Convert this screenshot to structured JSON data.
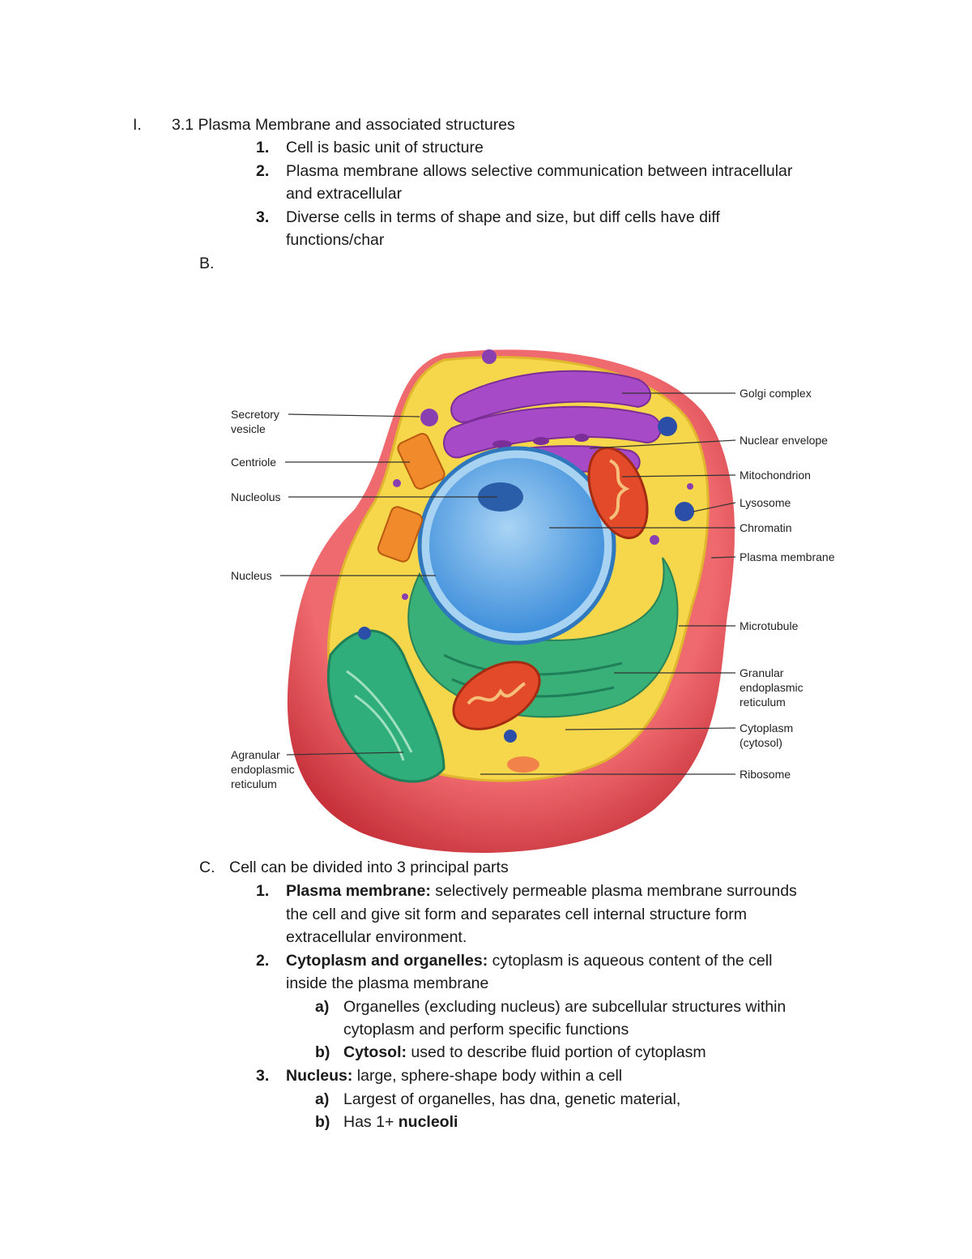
{
  "section_i": {
    "marker": "I.",
    "title": "3.1 Plasma Membrane and associated structures",
    "items": [
      {
        "num": "1.",
        "text": "Cell is basic unit of structure"
      },
      {
        "num": "2.",
        "text_line1": "Plasma membrane allows selective communication between intracellular",
        "text_line2": "and extracellular"
      },
      {
        "num": "3.",
        "text_line1": "Diverse cells in terms of shape and size, but diff cells have diff",
        "text_line2": "functions/char"
      }
    ],
    "sub_b": "B."
  },
  "figure": {
    "labels_left": {
      "secretory_vesicle": [
        "Secretory",
        "vesicle"
      ],
      "centriole": "Centriole",
      "nucleolus": "Nucleolus",
      "nucleus": "Nucleus",
      "agranular_er": [
        "Agranular",
        "endoplasmic",
        "reticulum"
      ]
    },
    "labels_right": {
      "golgi": "Golgi complex",
      "nuclear_envelope": "Nuclear envelope",
      "mitochondrion": "Mitochondrion",
      "lysosome": "Lysosome",
      "chromatin": "Chromatin",
      "plasma_membrane": "Plasma membrane",
      "microtubule": "Microtubule",
      "granular_er": [
        "Granular",
        "endoplasmic",
        "reticulum"
      ],
      "cytoplasm": [
        "Cytoplasm",
        "(cytosol)"
      ],
      "ribosome": "Ribosome"
    },
    "colors": {
      "membrane": "#d9434a",
      "cytoplasm": "#f6d64a",
      "nucleus": "#5aa7e6",
      "golgi": "#a74ac7",
      "granular_er": "#2fae7b",
      "mitochondrion": "#e24a2a"
    }
  },
  "section_c": {
    "marker": "C.",
    "title": "Cell can be divided into 3 principal parts",
    "item1": {
      "num": "1.",
      "bold": "Plasma membrane:",
      "line1": " selectively permeable plasma membrane surrounds",
      "line2": "the cell and give sit form and separates cell internal structure form",
      "line3": "extracellular environment."
    },
    "item2": {
      "num": "2.",
      "bold": "Cytoplasm and organelles:",
      "line1": " cytoplasm is aqueous content of the cell",
      "line2": "inside the plasma membrane",
      "a": {
        "marker": "a)",
        "line1": "Organelles (excluding nucleus) are subcellular structures within",
        "line2": "cytoplasm and perform specific functions"
      },
      "b": {
        "marker": "b)",
        "bold": "Cytosol:",
        "text": " used to describe fluid portion of cytoplasm"
      }
    },
    "item3": {
      "num": "3.",
      "bold": "Nucleus:",
      "text": " large, sphere-shape body within a cell",
      "a": {
        "marker": "a)",
        "text": "Largest of organelles, has dna, genetic material,"
      },
      "b": {
        "marker": "b)",
        "text": "Has 1+ ",
        "bold": "nucleoli"
      }
    }
  }
}
